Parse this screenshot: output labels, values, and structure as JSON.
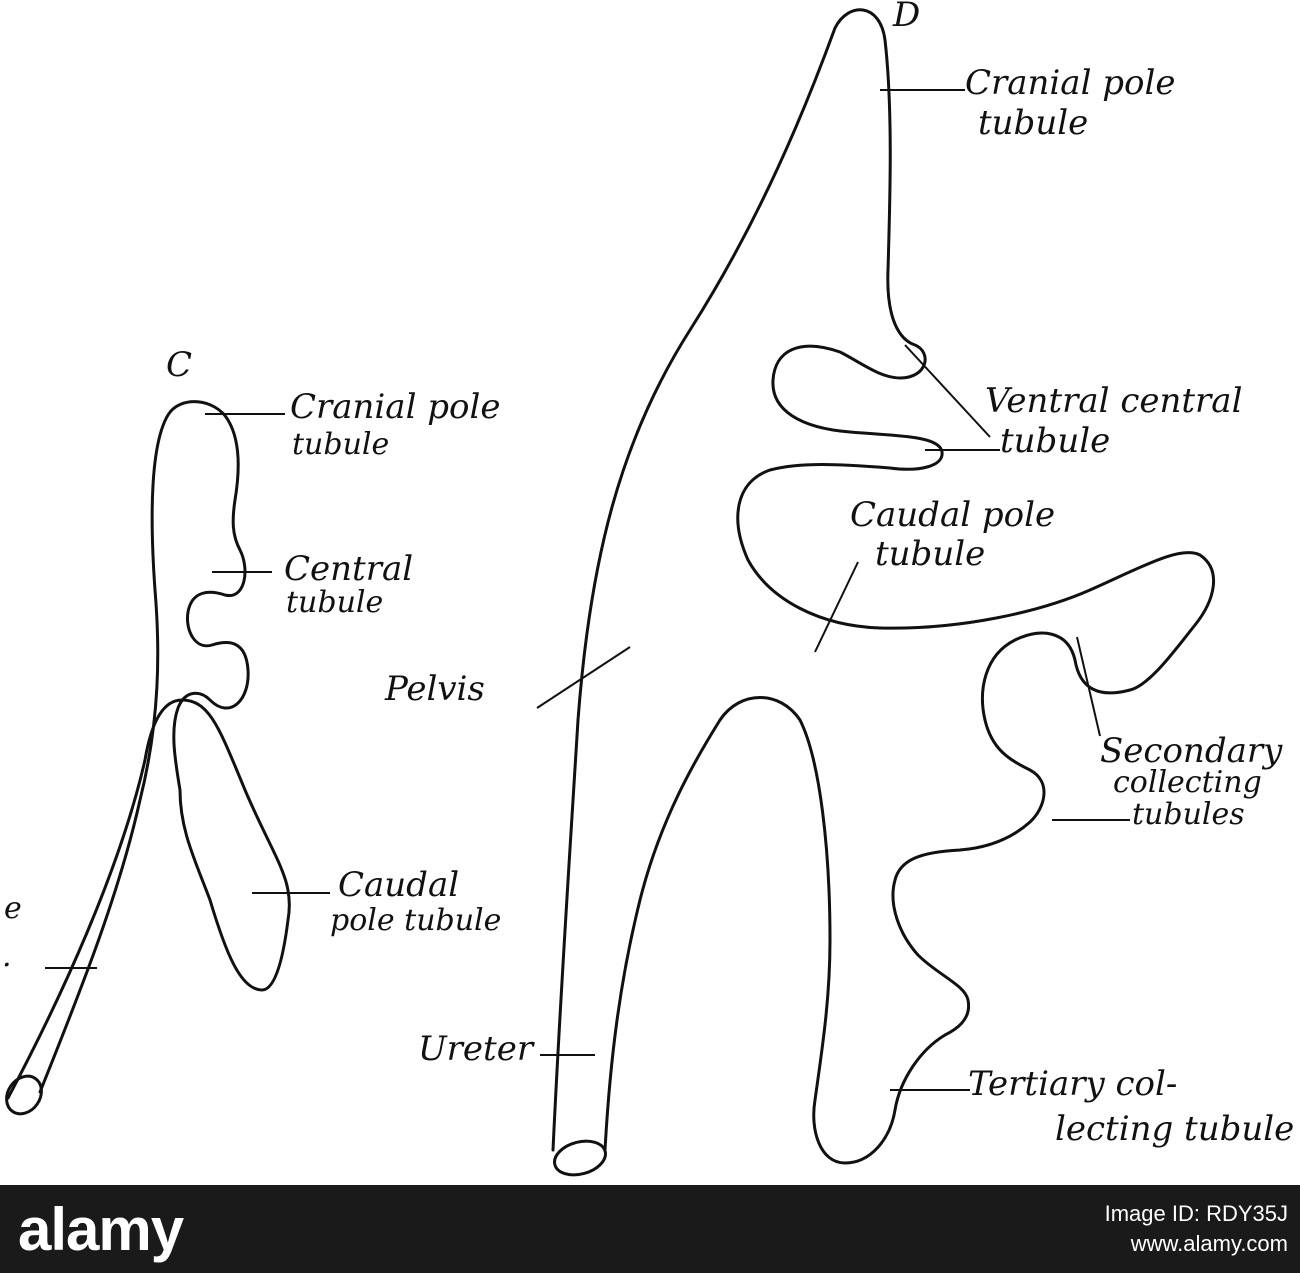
{
  "figure": {
    "panel_c": {
      "letter": "C",
      "labels": {
        "cranial_1": "Cranial pole",
        "cranial_2": "tubule",
        "central_1": "Central",
        "central_2": "tubule",
        "caudal_1": "Caudal",
        "caudal_2": "pole tubule",
        "edge_fragment_1": "e",
        "edge_fragment_2": "."
      }
    },
    "panel_d": {
      "letter": "D",
      "labels": {
        "cranial_1": "Cranial pole",
        "cranial_2": "tubule",
        "ventral_1": "Ventral central",
        "ventral_2": "tubule",
        "caudal_1": "Caudal pole",
        "caudal_2": "tubule",
        "pelvis": "Pelvis",
        "secondary_1": "Secondary",
        "secondary_2": "collecting",
        "secondary_3": "tubules",
        "ureter": "Ureter",
        "tertiary_1": "Tertiary col-",
        "tertiary_2": "lecting tubule"
      }
    }
  },
  "watermark": {
    "brand": "alamy",
    "image_id_line": "Image ID: RDY35J",
    "site": "www.alamy.com"
  }
}
